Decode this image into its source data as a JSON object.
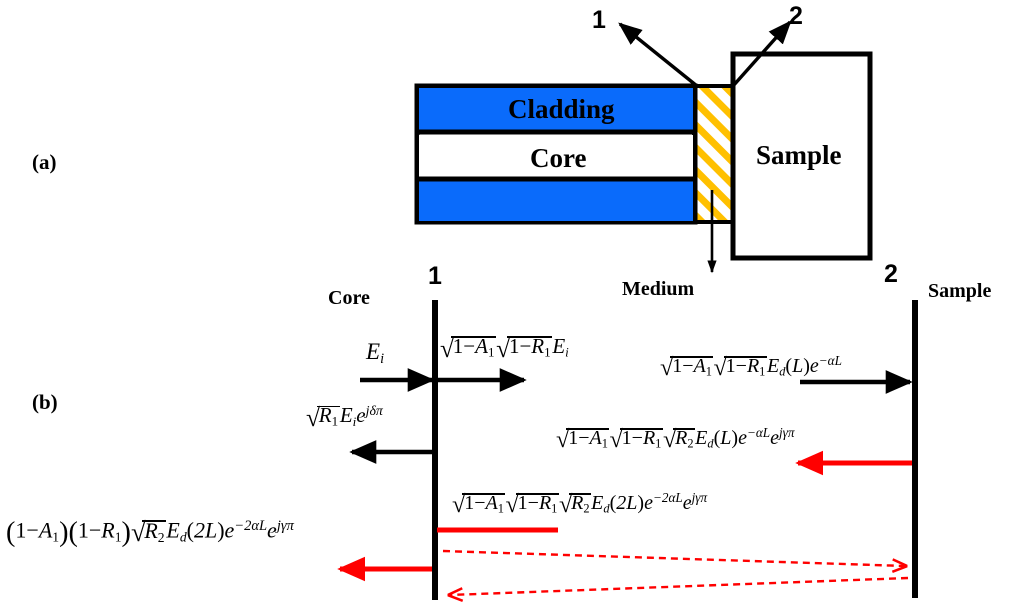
{
  "figure": {
    "panels": [
      {
        "tag": "(a)",
        "name": "panel-a-label"
      },
      {
        "tag": "(b)",
        "name": "panel-b-label"
      }
    ]
  },
  "panel_a": {
    "fiber": {
      "cladding_top_label": "Cladding",
      "core_label": "Core",
      "cladding_bottom_label": ""
    },
    "medium_label": "Medium",
    "sample_label": "Sample",
    "interface_labels": [
      {
        "text": "1",
        "name": "interface-1-callout"
      },
      {
        "text": "2",
        "name": "interface-2-callout"
      }
    ],
    "colors": {
      "cladding": "#0a6bfb",
      "core": "#ffffff",
      "medium_hatch": "#ffc000",
      "sample": "#ffffff",
      "outline": "#000000"
    }
  },
  "panel_b": {
    "boundary_labels": {
      "core": "Core",
      "interface_1": "1",
      "interface_2": "2",
      "sample": "Sample"
    },
    "colors": {
      "incident_arrow": "#000000",
      "return_arrow": "#ff0000",
      "boundary_line": "#000000"
    },
    "terms": {
      "incident": "E_i",
      "transmitted_1": "sqrt(1-A_1) sqrt(1-R_1) E_i",
      "reflected_1": "sqrt(R_1) E_i e^{j delta pi}",
      "forward_medium": "sqrt(1-A_1) sqrt(1-R_1) E_d(L) e^{-alpha L}",
      "back_from_sample": "sqrt(1-A_1) sqrt(1-R_1) sqrt(R_2) E_d(L) e^{-alpha L} e^{j gamma pi}",
      "back_double_pass": "sqrt(1-A_1) sqrt(1-R_1) sqrt(R_2) E_d(2L) e^{-2 alpha L} e^{j gamma pi}",
      "output_total": "(1-A_1)(1-R_1) sqrt(R_2) E_d(2L) e^{-2 alpha L} e^{j gamma pi}"
    },
    "symbols": {
      "one": "1",
      "minus": "−",
      "A": "A",
      "R": "R",
      "E": "E",
      "L": "L",
      "two_L": "2L",
      "sub_1": "1",
      "sub_2": "2",
      "sub_i": "i",
      "sub_d": "d",
      "e": "e",
      "j": "j",
      "delta": "δ",
      "gamma": "γ",
      "alpha": "α",
      "pi": "π",
      "radical": "√",
      "minus_alpha_L": "−αL",
      "minus_2alpha_L": "−2αL"
    }
  }
}
